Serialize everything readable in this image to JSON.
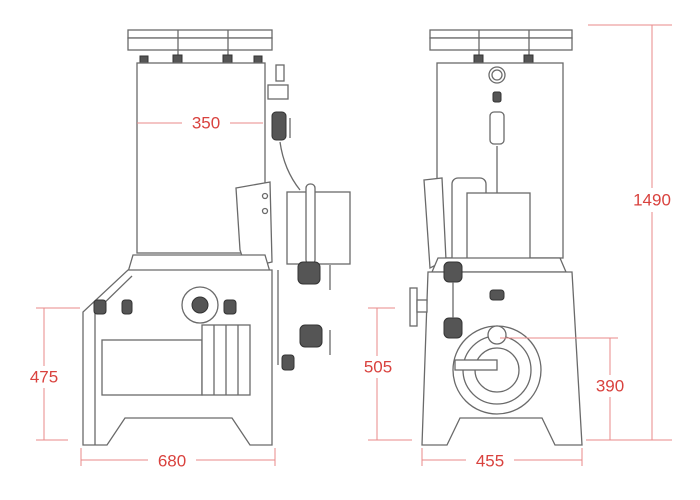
{
  "dimensions": {
    "side_view": {
      "housing_diameter": "350",
      "width": "680",
      "inlet_height": "475"
    },
    "front_view": {
      "total_height": "1490",
      "width": "455",
      "inlet_height": "505",
      "outlet_height": "390"
    }
  },
  "colors": {
    "dimension": "#d9423e",
    "line": "#6a6a6a"
  }
}
